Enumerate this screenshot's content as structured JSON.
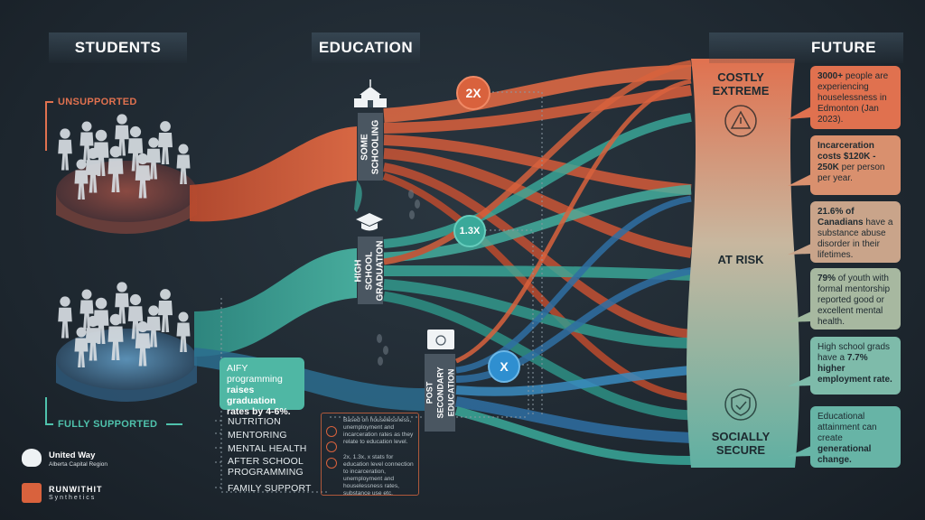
{
  "columns": {
    "students": "STUDENTS",
    "education": "EDUCATION",
    "future": "FUTURE"
  },
  "groups": {
    "unsupported": "UNSUPPORTED",
    "fully_supported": "FULLY SUPPORTED"
  },
  "education_stages": [
    {
      "label": "SOME SCHOOLING",
      "multiplier": "2X"
    },
    {
      "label": "HIGH SCHOOL GRADUATION",
      "multiplier": "1.3X"
    },
    {
      "label": "POST SECONDARY EDUCATION",
      "multiplier": "X"
    }
  ],
  "future_levels": {
    "top": "COSTLY EXTREME",
    "middle": "AT RISK",
    "bottom": "SOCIALLY SECURE"
  },
  "stats": [
    {
      "bold": "3000+",
      "text": " people are experiencing houselessness in Edmonton (Jan 2023)."
    },
    {
      "bold": "Incarceration costs $120K - 250K",
      "text": " per person per year."
    },
    {
      "bold": "21.6% of Canadians",
      "text": " have a substance abuse disorder in their lifetimes."
    },
    {
      "bold": "79%",
      "text": " of youth with formal mentorship reported good or excellent mental health."
    },
    {
      "bold": "7.7% higher employment rate.",
      "text": "High school grads have a "
    },
    {
      "bold": "generational change.",
      "text": "Educational attainment can create "
    }
  ],
  "programming_note": {
    "text": "AIFY programming ",
    "bold": "raises graduation rates by 4-6%."
  },
  "supports": [
    "NUTRITION",
    "MENTORING",
    "MENTAL HEALTH",
    "AFTER SCHOOL PROGRAMMING",
    "FAMILY SUPPORT"
  ],
  "footnotes": {
    "first": "Based on houselessness, unemployment and incarceration rates as they relate to education level.",
    "second": "2x, 1.3x, x stats for education level connection to incarceration, unemployment and houselessness rates, substance use etc."
  },
  "logos": {
    "united_way": "United Way",
    "united_way_sub": "Alberta Capital Region",
    "runwithit": "RUNWITHIT",
    "runwithit_sub": "Synthetics"
  },
  "colors": {
    "orange": "#d9623d",
    "teal": "#3aa99a",
    "blue": "#2f6fa3",
    "card_orange": "#e0714f",
    "card_tan": "#c9a48a",
    "card_teal": "#67b4a6"
  }
}
